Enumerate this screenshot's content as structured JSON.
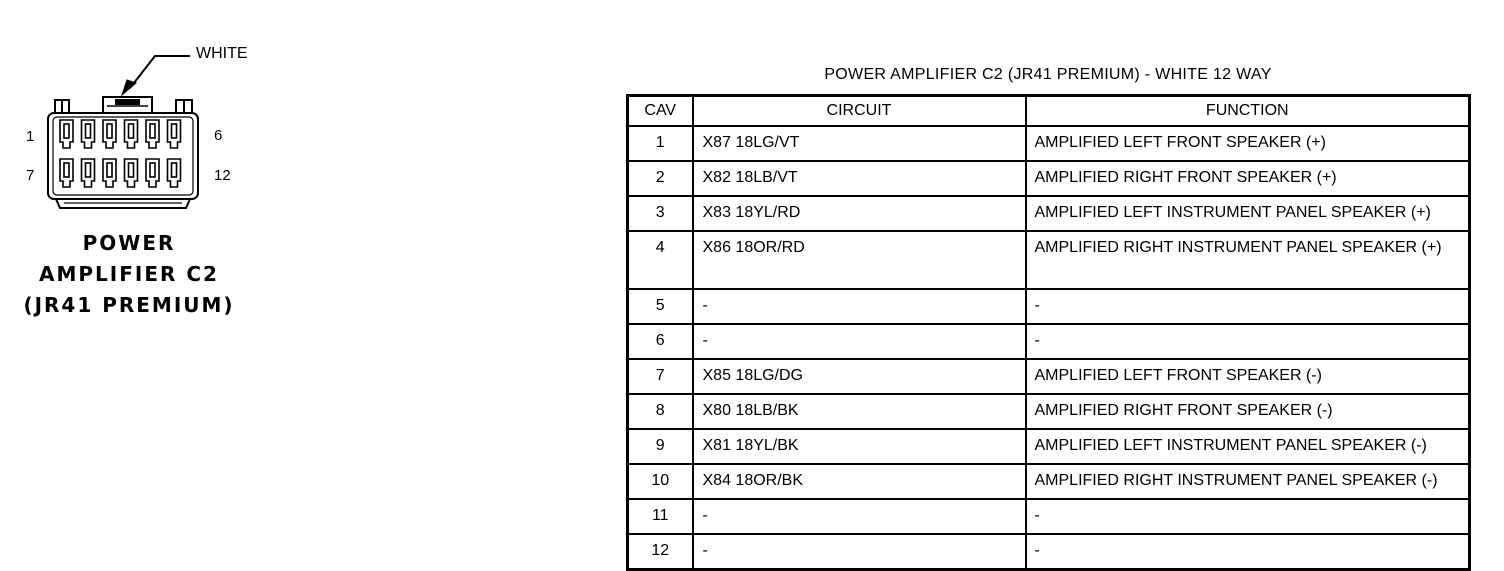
{
  "connector": {
    "color_callout": "WHITE",
    "name_lines": [
      "POWER",
      "AMPLIFIER C2",
      "(JR41 PREMIUM)"
    ],
    "cavity_numbers": {
      "top_left": "1",
      "top_right": "6",
      "bottom_left": "7",
      "bottom_right": "12"
    }
  },
  "table": {
    "title": "POWER AMPLIFIER C2 (JR41 PREMIUM) - WHITE 12 WAY",
    "headers": {
      "cav": "CAV",
      "circuit": "CIRCUIT",
      "function": "FUNCTION"
    },
    "rows": [
      {
        "cav": "1",
        "circuit": "X87 18LG/VT",
        "function": "AMPLIFIED LEFT FRONT SPEAKER (+)"
      },
      {
        "cav": "2",
        "circuit": "X82 18LB/VT",
        "function": "AMPLIFIED RIGHT FRONT SPEAKER (+)"
      },
      {
        "cav": "3",
        "circuit": "X83 18YL/RD",
        "function": "AMPLIFIED LEFT INSTRUMENT PANEL SPEAKER (+)"
      },
      {
        "cav": "4",
        "circuit": "X86 18OR/RD",
        "function": "AMPLIFIED RIGHT INSTRUMENT PANEL SPEAKER (+)"
      },
      {
        "cav": "5",
        "circuit": "-",
        "function": "-"
      },
      {
        "cav": "6",
        "circuit": "-",
        "function": "-"
      },
      {
        "cav": "7",
        "circuit": "X85 18LG/DG",
        "function": "AMPLIFIED LEFT FRONT SPEAKER (-)"
      },
      {
        "cav": "8",
        "circuit": "X80 18LB/BK",
        "function": "AMPLIFIED RIGHT FRONT SPEAKER (-)"
      },
      {
        "cav": "9",
        "circuit": "X81 18YL/BK",
        "function": "AMPLIFIED LEFT INSTRUMENT PANEL SPEAKER (-)"
      },
      {
        "cav": "10",
        "circuit": "X84 18OR/BK",
        "function": "AMPLIFIED RIGHT INSTRUMENT PANEL SPEAKER (-)"
      },
      {
        "cav": "11",
        "circuit": "-",
        "function": "-"
      },
      {
        "cav": "12",
        "circuit": "-",
        "function": "-"
      }
    ]
  }
}
